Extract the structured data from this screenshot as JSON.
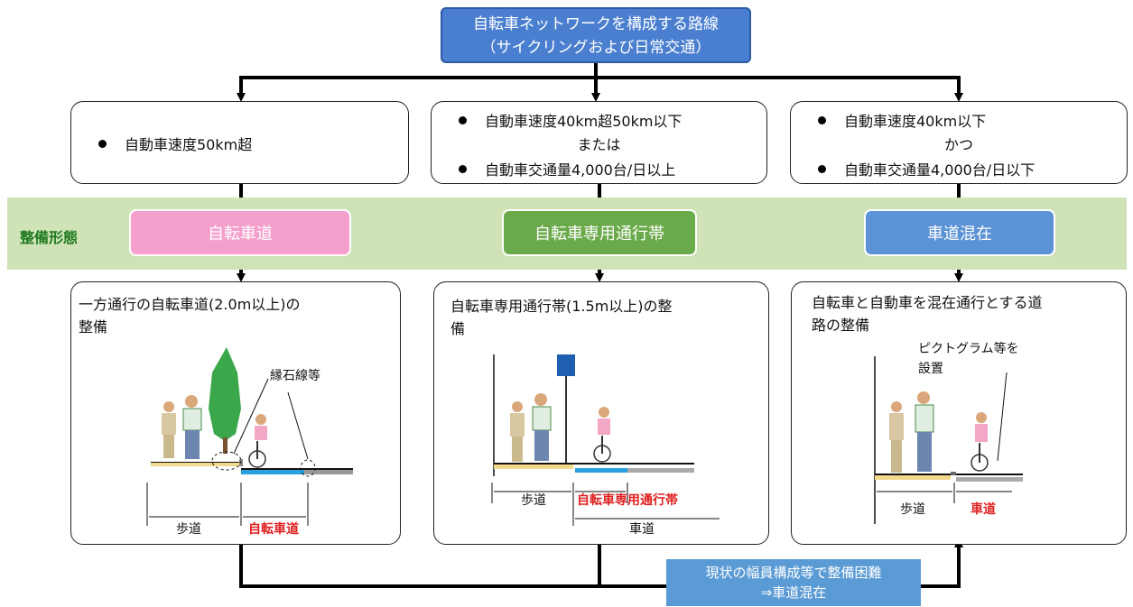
{
  "top": {
    "line1": "自転車ネットワークを構成する路線",
    "line2": "（サイクリングおよび日常交通）"
  },
  "conditions": [
    {
      "items": [
        "自動車速度50km超"
      ]
    },
    {
      "items": [
        "自動車速度40km超50km以下",
        "または",
        "自動車交通量4,000台/日以上"
      ]
    },
    {
      "items": [
        "自動車速度40km以下",
        "かつ",
        "自動車交通量4,000台/日以下"
      ]
    }
  ],
  "band": {
    "label": "整備形態",
    "forms": [
      "自転車道",
      "自転車専用通行帯",
      "車道混在"
    ],
    "colors": {
      "band": "#cfe3b7",
      "form1": "#f59fcd",
      "form2": "#6aaa4a",
      "form3": "#5b93d6"
    }
  },
  "details": [
    {
      "line1": "一方通行の自転車道(2.0m以上)の",
      "line2": "整備",
      "callout": "縁石線等",
      "label_sidewalk": "歩道",
      "label_lane": "自転車道"
    },
    {
      "line1": "自転車専用通行帯(1.5m以上)の整",
      "line2": "備",
      "label_sidewalk": "歩道",
      "label_lane": "自転車専用通行帯",
      "label_road": "車道"
    },
    {
      "line1": "自転車と自動車を混在通行とする道",
      "line2": "路の整備",
      "callout_line1": "ピクトグラム等を",
      "callout_line2": "設置",
      "label_sidewalk": "歩道",
      "label_road": "車道"
    }
  ],
  "note": {
    "line1": "現状の幅員構成等で整備困難",
    "line2": "⇒車道混在"
  }
}
